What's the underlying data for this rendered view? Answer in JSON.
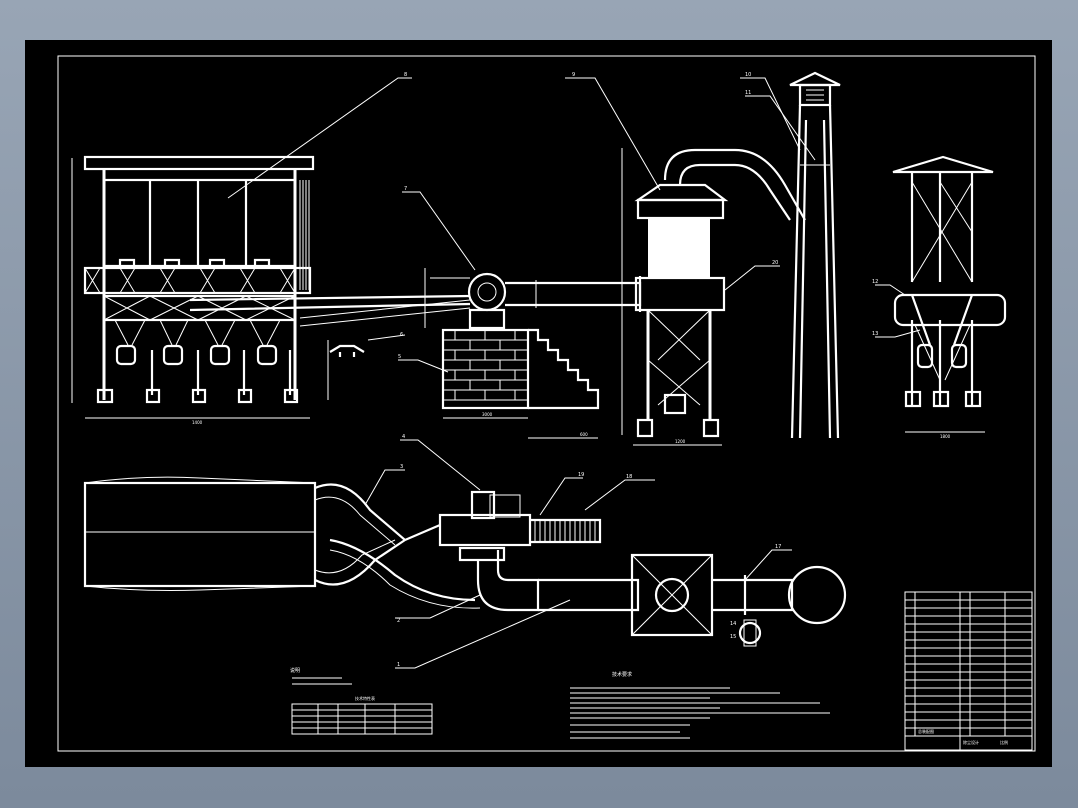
{
  "colors": {
    "background": "#8a97a8",
    "sheet": "#000000",
    "lines": "#ffffff"
  },
  "labels": {
    "l1": "1",
    "l2": "2",
    "l3": "3",
    "l4": "4",
    "l5": "5",
    "l6": "6",
    "l7": "7",
    "l8": "8",
    "l9": "9",
    "l10": "10",
    "l11": "11",
    "l12": "12",
    "l13": "13",
    "l14": "14",
    "l15": "15",
    "l17": "17",
    "l18": "18",
    "l19": "19",
    "l20": "20"
  },
  "dimensions": {
    "d_left_width": "1400",
    "d_brick_w": "3000",
    "d_stair": "600",
    "d_cyclone": "1200",
    "d_right": "1800"
  },
  "notes": {
    "left_title": "说明",
    "center_title": "技术要求",
    "table_title": "技术特性表"
  },
  "title_block": {
    "name": "总装配图",
    "design": "除尘设计",
    "scale": "比例"
  }
}
